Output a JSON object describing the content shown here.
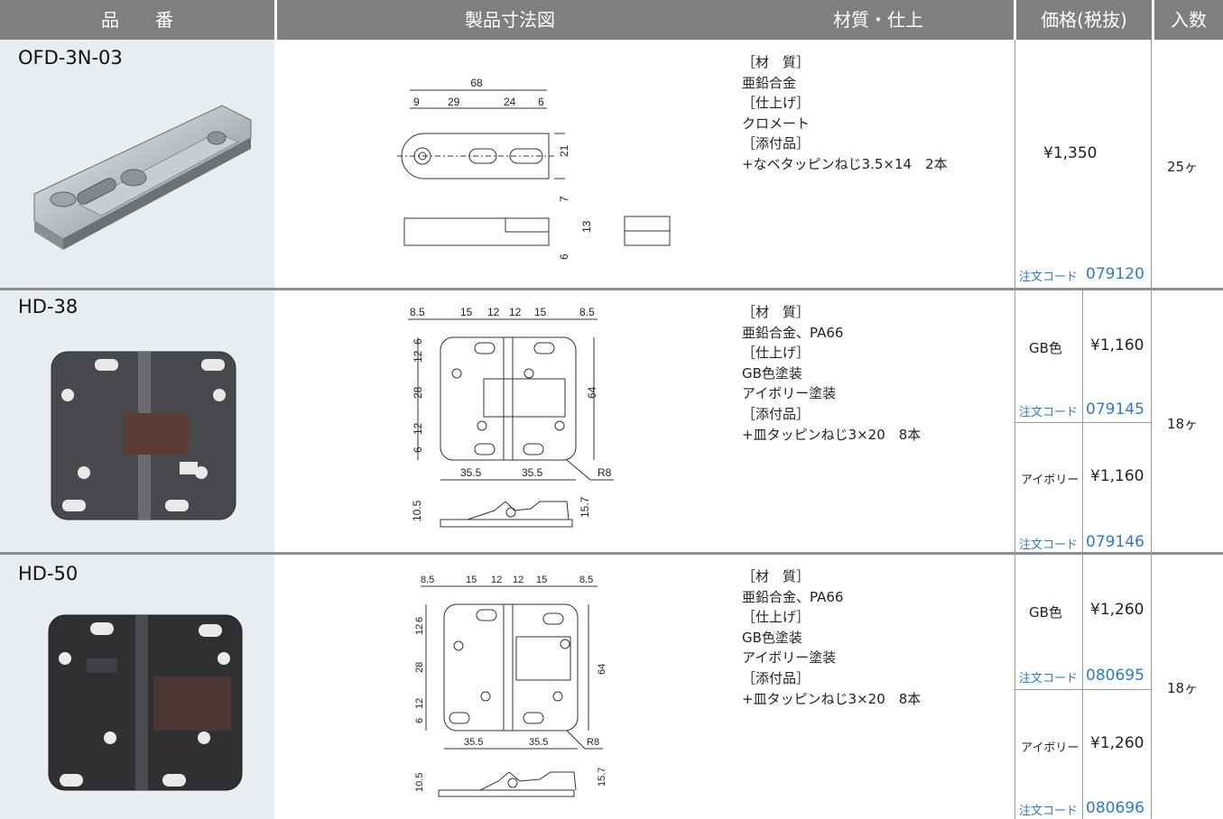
{
  "header": {
    "col_product": "品　　番",
    "col_drawing": "製品寸法図",
    "col_material": "材質・仕上",
    "col_price": "価格(税抜)",
    "col_qty": "入数"
  },
  "code_label": "注文コード",
  "products": [
    {
      "name": "OFD-3N-03",
      "spec": [
        "［材　質］",
        "亜鉛合金",
        "［仕上げ］",
        "クロメート",
        "［添付品］",
        "+なベタッピンねじ3.5×14　2本"
      ],
      "price": "¥1,350",
      "code": "079120",
      "qty": "25ヶ",
      "dims": {
        "total": "68",
        "a": "9",
        "b": "29",
        "c": "24",
        "d": "6",
        "h": "21",
        "t1": "7",
        "t2": "13",
        "t3": "6"
      }
    },
    {
      "name": "HD-38",
      "spec": [
        "［材　質］",
        "亜鉛合金、PA66",
        "［仕上げ］",
        "GB色塗装",
        "アイボリー塗装",
        "［添付品］",
        "+皿タッピンねじ3×20　8本"
      ],
      "variants": [
        {
          "color": "GB色",
          "price": "¥1,160",
          "code": "079145"
        },
        {
          "color": "アイボリー",
          "price": "¥1,160",
          "code": "079146"
        }
      ],
      "qty": "18ヶ",
      "dims": {
        "top": [
          "8.5",
          "15",
          "12",
          "12",
          "15",
          "8.5"
        ],
        "left": [
          "6",
          "12",
          "28",
          "12",
          "6"
        ],
        "h": "64",
        "w1": "35.5",
        "w2": "35.5",
        "r": "R8",
        "s1": "10.5",
        "s2": "15.7"
      }
    },
    {
      "name": "HD-50",
      "spec": [
        "［材　質］",
        "亜鉛合金、PA66",
        "［仕上げ］",
        "GB色塗装",
        "アイボリー塗装",
        "［添付品］",
        "+皿タッピンねじ3×20　8本"
      ],
      "variants": [
        {
          "color": "GB色",
          "price": "¥1,260",
          "code": "080695"
        },
        {
          "color": "アイボリー",
          "price": "¥1,260",
          "code": "080696"
        }
      ],
      "qty": "18ヶ",
      "dims": {
        "top": [
          "8.5",
          "15",
          "12",
          "12",
          "15",
          "8.5"
        ],
        "left": [
          "6",
          "12",
          "28",
          "12",
          "6"
        ],
        "h": "64",
        "w1": "35.5",
        "w2": "35.5",
        "r": "R8",
        "s1": "10.5",
        "s2": "15.7"
      }
    }
  ]
}
